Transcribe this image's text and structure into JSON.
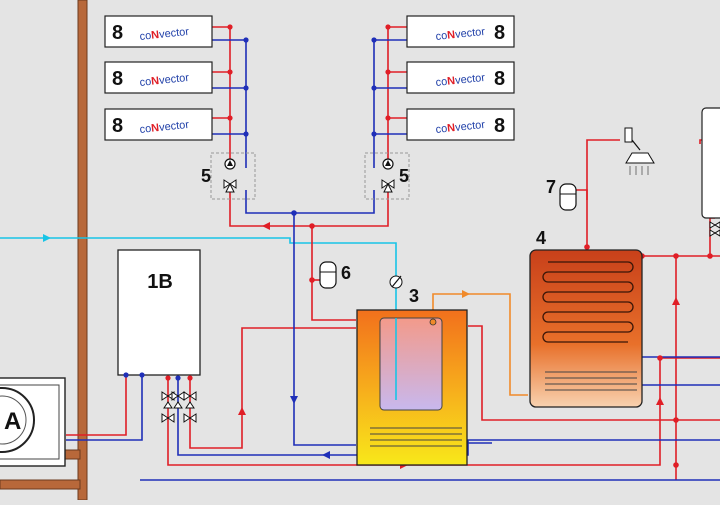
{
  "labels": {
    "unit_a": "A",
    "boiler": "1B",
    "buffer_tank": "3",
    "hot_water_tank": "4",
    "pump_group": "5",
    "expansion_vessel_heating": "6",
    "expansion_vessel_dhw": "7",
    "convector_number": "8"
  },
  "convector_brand": {
    "before": "co",
    "accent": "N",
    "after": "vector"
  },
  "colors": {
    "background": "#e4e4e4",
    "wall": "#b8683a",
    "supply": "#e01e26",
    "return": "#1f2fb8",
    "cold_water": "#18c4e6",
    "solar_loop": "#f08a2a",
    "brand_accent": "#e01e26",
    "brand_text": "#1f3fa8"
  },
  "icons": [
    "pump-icon",
    "three-way-valve-icon",
    "shower-head-icon",
    "expansion-vessel-icon",
    "thermometer-icon",
    "check-valve-icon"
  ]
}
